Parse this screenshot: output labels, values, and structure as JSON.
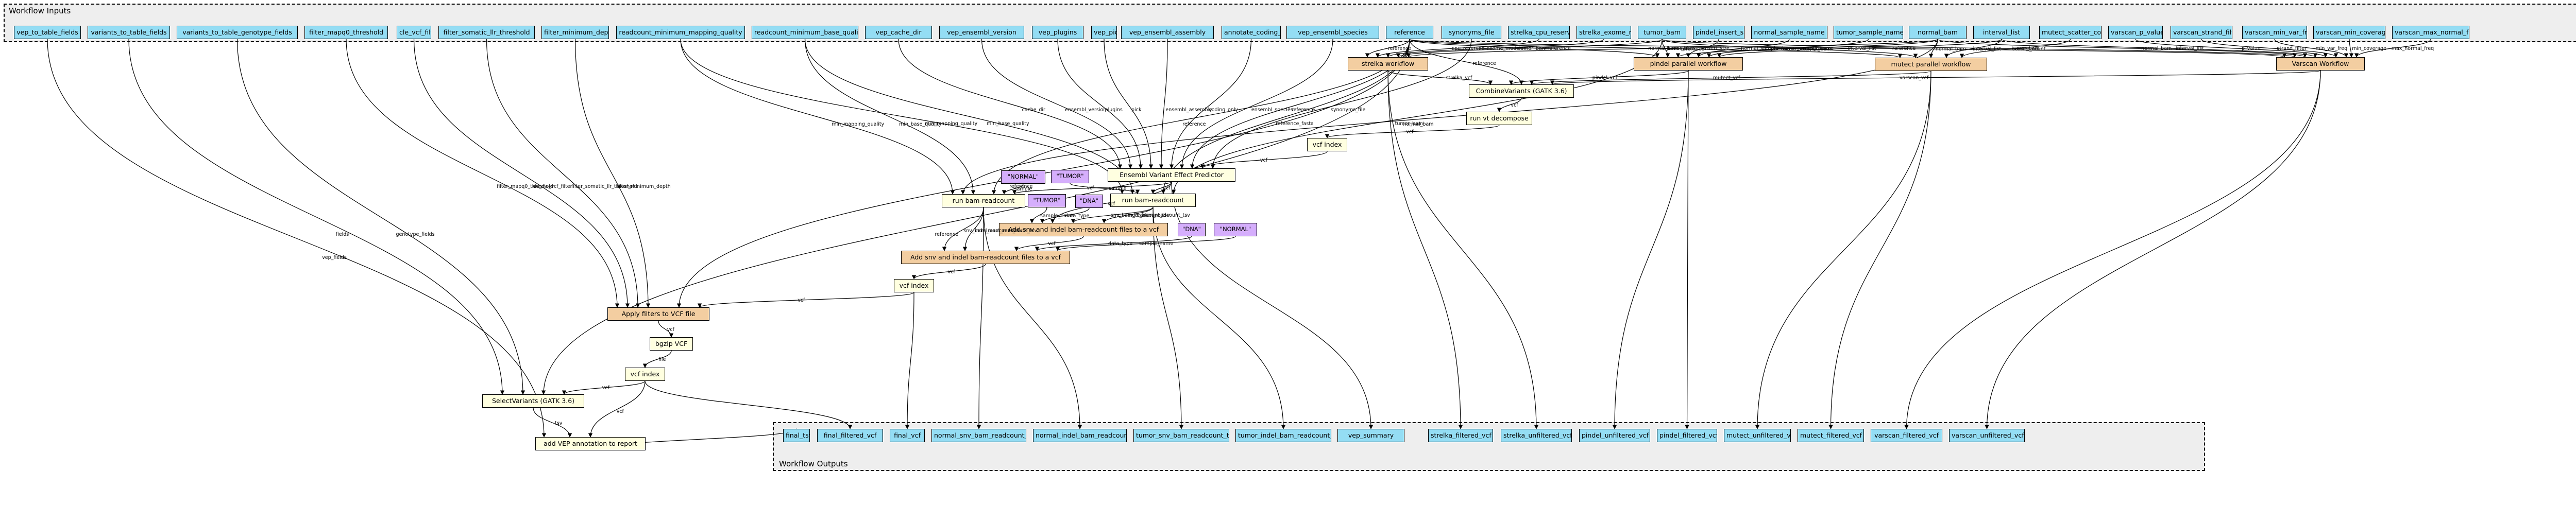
{
  "inputs_cluster": {
    "label": "Workflow Inputs"
  },
  "outputs_cluster": {
    "label": "Workflow Outputs"
  },
  "inputs": [
    "vep_to_table_fields",
    "variants_to_table_fields",
    "variants_to_table_genotype_fields",
    "filter_mapq0_threshold",
    "cle_vcf_filter",
    "filter_somatic_llr_threshold",
    "filter_minimum_depth",
    "readcount_minimum_mapping_quality",
    "readcount_minimum_base_quality",
    "vep_cache_dir",
    "vep_ensembl_version",
    "vep_plugins",
    "vep_pick",
    "vep_ensembl_assembly",
    "annotate_coding_only",
    "vep_ensembl_species",
    "reference",
    "synonyms_file",
    "strelka_cpu_reserved",
    "strelka_exome_mode",
    "tumor_bam",
    "pindel_insert_size",
    "normal_sample_name",
    "tumor_sample_name",
    "normal_bam",
    "interval_list",
    "mutect_scatter_count",
    "varscan_p_value",
    "varscan_strand_filter",
    "varscan_min_var_freq",
    "varscan_min_coverage",
    "varscan_max_normal_freq"
  ],
  "steps": {
    "strelka": "strelka workflow",
    "pindel": "pindel parallel workflow",
    "mutect": "mutect parallel workflow",
    "varscan": "Varscan Workflow",
    "combine": "CombineVariants (GATK 3.6)",
    "decompose": "run vt decompose",
    "vcfindex1": "vcf index",
    "vep": "Ensembl Variant Effect Predictor",
    "normal_str": "\"NORMAL\"",
    "tumor_str1": "\"TUMOR\"",
    "tumor_str2": "\"TUMOR\"",
    "dna_str1": "\"DNA\"",
    "rc1": "run bam-readcount",
    "rc2": "run bam-readcount",
    "addrc1": "Add snv and indel bam-readcount files to a vcf",
    "dna_str2": "\"DNA\"",
    "normal_str2": "\"NORMAL\"",
    "addrc2": "Add snv and indel bam-readcount files to a vcf",
    "vcfindex2": "vcf index",
    "filters": "Apply filters to VCF file",
    "bgzip": "bgzip VCF",
    "vcfindex3": "vcf index",
    "select": "SelectVariants (GATK 3.6)",
    "addvep": "add VEP annotation to report"
  },
  "outputs": [
    "final_tsv",
    "final_filtered_vcf",
    "final_vcf",
    "normal_snv_bam_readcount_tsv",
    "normal_indel_bam_readcount_tsv",
    "tumor_snv_bam_readcount_tsv",
    "tumor_indel_bam_readcount_tsv",
    "vep_summary",
    "strelka_filtered_vcf",
    "strelka_unfiltered_vcf",
    "pindel_unfiltered_vcf",
    "pindel_filtered_vcf",
    "mutect_unfiltered_vcf",
    "mutect_filtered_vcf",
    "varscan_filtered_vcf",
    "varscan_unfiltered_vcf"
  ],
  "edge_labels": [
    "vep_fields",
    "fields",
    "genotype_fields",
    "filter_mapq0_threshold",
    "do_cle_vcf_filter",
    "filter_somatic_llr_threshold",
    "filter_minimum_depth",
    "min_mapping_quality",
    "min_base_quality",
    "reference",
    "reference_fasta",
    "cache_dir",
    "ensembl_version",
    "plugins",
    "pick",
    "ensembl_assembly",
    "coding_only",
    "ensembl_species",
    "synonyms_file",
    "cpu_reserved",
    "exome_mode",
    "tumor_bam",
    "normal_bam",
    "insert_size",
    "normal_sample_name",
    "tumor_sample_name",
    "interval_list",
    "scatter_count",
    "p_value",
    "strand_filter",
    "min_var_freq",
    "min_coverage",
    "max_normal_freq",
    "strelka_vcf",
    "pindel_vcf",
    "mutect_vcf",
    "varscan_vcf",
    "vcf",
    "sample",
    "sample_name",
    "data_type",
    "snv_bam_readcount_tsv",
    "indel_bam_readcount_tsv",
    "bam_readcount_tsv"
  ]
}
